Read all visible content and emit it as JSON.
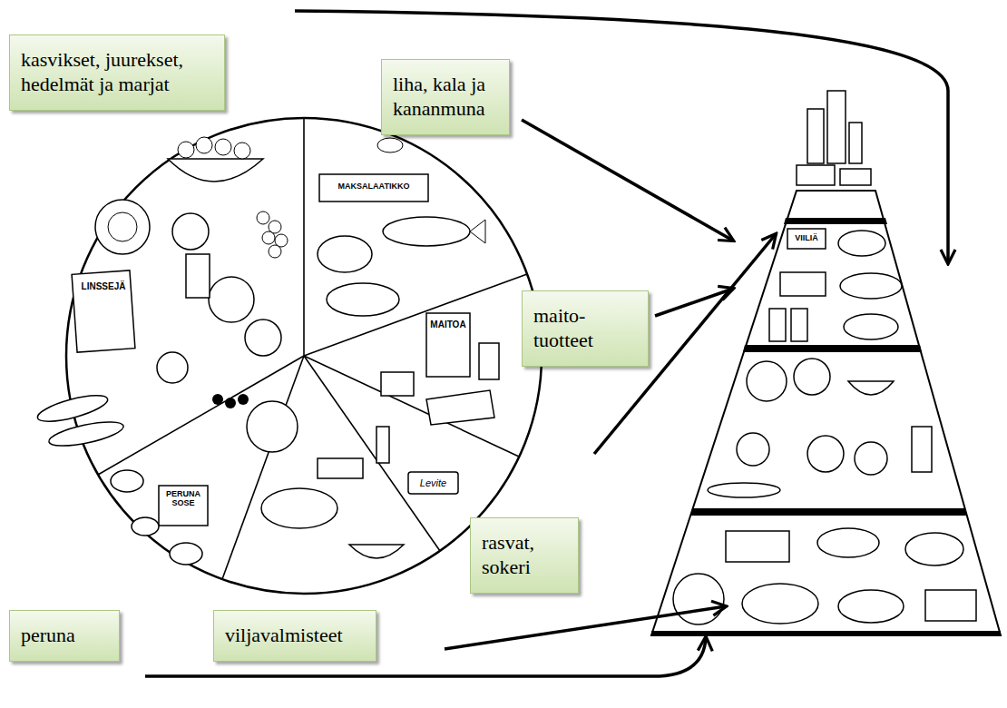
{
  "diagram": {
    "nodes": [
      {
        "text": [
          "kasvikset, juurekset, hedelmät ja marjat"
        ]
      },
      {
        "text": [
          "liha, kala ja kananmuna"
        ]
      },
      {
        "text": [
          "maito- tuotteet"
        ]
      },
      {
        "text": [
          "rasvat, sokeri"
        ]
      },
      {
        "text": [
          "peruna"
        ]
      },
      {
        "text": [
          "viljavalmisteet"
        ]
      }
    ],
    "labels": [
      "LINSSEJÄ",
      "MAKSALAATIKKO",
      "MAITOA",
      "PERUNA SOSE",
      "Levite",
      "VIILIÄ"
    ]
  }
}
